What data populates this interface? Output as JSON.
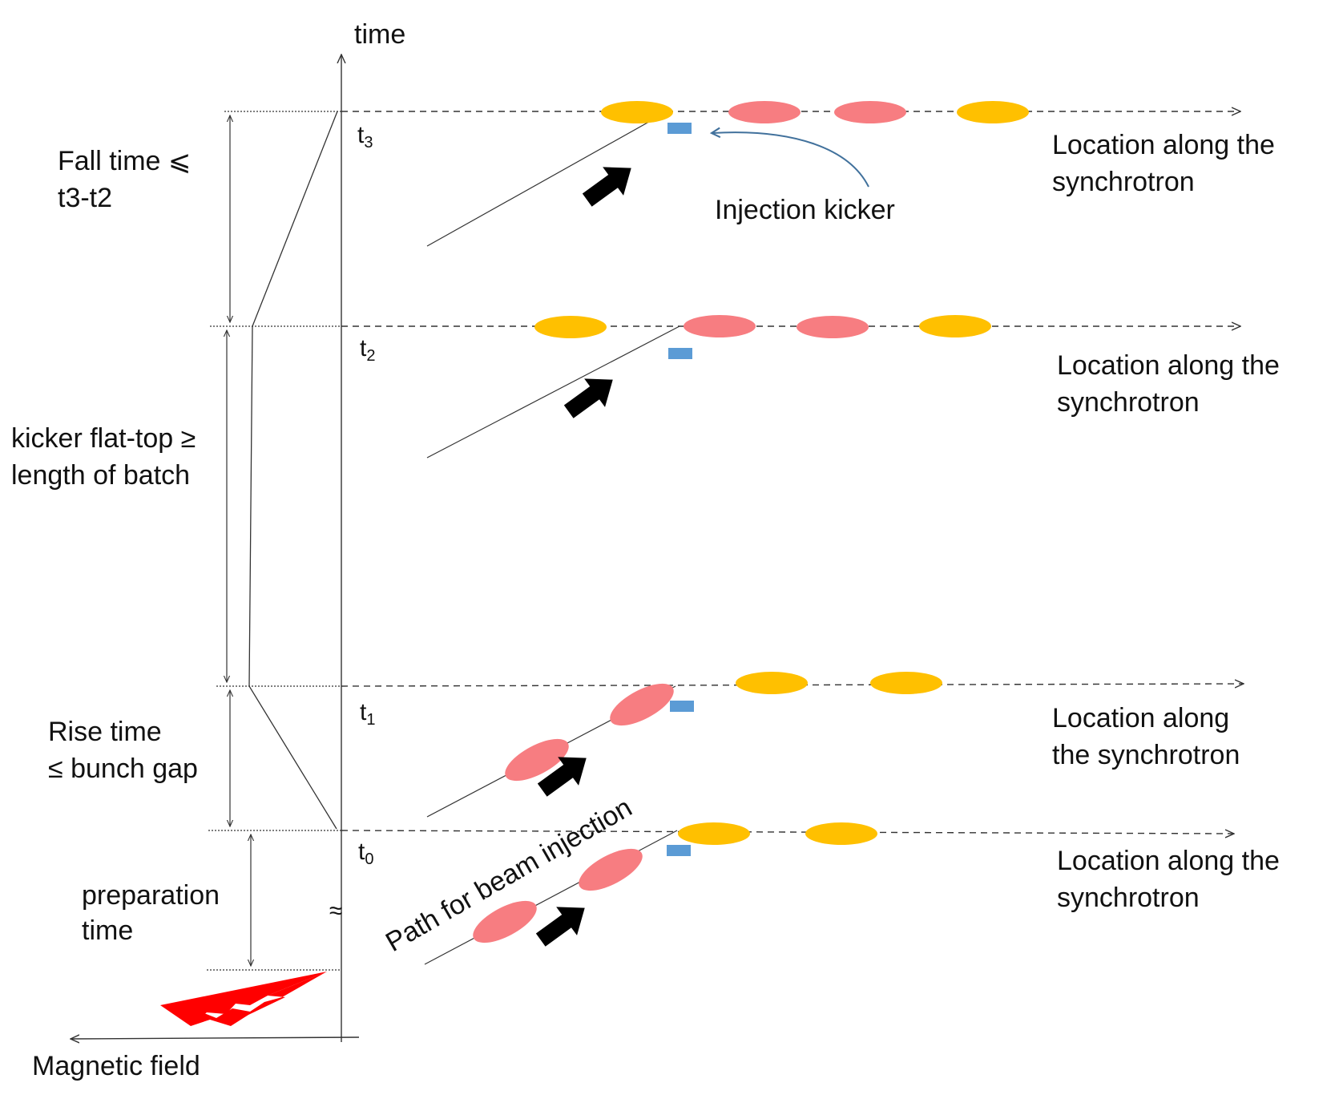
{
  "axes": {
    "vertical_label": "time",
    "horizontal_label": "Magnetic field",
    "break_symbol": "≈"
  },
  "intervals": {
    "fall": [
      "Fall time ⩽",
      "t3-t2"
    ],
    "flattop": [
      "kicker flat-top ≥",
      "length of batch"
    ],
    "rise": [
      "Rise time",
      "≤ bunch gap"
    ],
    "prep": [
      "preparation",
      "time"
    ]
  },
  "time_marks": [
    {
      "base": "t",
      "sub": "3"
    },
    {
      "base": "t",
      "sub": "2"
    },
    {
      "base": "t",
      "sub": "1"
    },
    {
      "base": "t",
      "sub": "0"
    }
  ],
  "location_labels": {
    "t3": [
      "Location along the",
      "synchrotron"
    ],
    "t2": [
      "Location along the",
      "synchrotron"
    ],
    "t1": [
      "Location along",
      "the synchrotron"
    ],
    "t0": [
      "Location along the",
      "synchrotron"
    ]
  },
  "annotations": {
    "injection_kicker": "Injection kicker",
    "path": "Path for beam injection"
  },
  "colors": {
    "circulating_bunch": "#FFC000",
    "injected_bunch": "#F77D81",
    "kicker": "#5B9BD5",
    "magnet_pulse": "#FF0000",
    "arrow": "#000000",
    "callout": "#41719C"
  }
}
